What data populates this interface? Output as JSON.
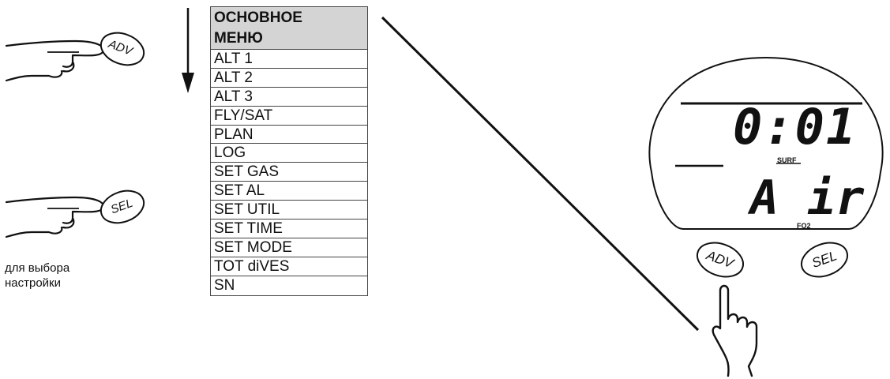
{
  "menu": {
    "header": [
      "ОСНОВНОЕ",
      "МЕНЮ"
    ],
    "items": [
      "ALT 1",
      "ALT 2",
      "ALT 3",
      "FLY/SAT",
      "PLAN",
      "LOG",
      "SET GAS",
      "SET AL",
      "SET UTIL",
      "SET TIME",
      "SET MODE",
      "TOT diVES",
      "SN"
    ]
  },
  "left": {
    "adv_label": "ADV",
    "sel_label": "SEL",
    "caption": [
      "для выбора",
      "настройки"
    ]
  },
  "device": {
    "time": "0:01",
    "surf_label": "SURF",
    "gas_text": "A ir",
    "fo2_label": "FO2",
    "adv_label": "ADV",
    "sel_label": "SEL"
  },
  "icons": [
    "hand-press-icon",
    "down-arrow-icon",
    "hand-point-up-icon"
  ]
}
